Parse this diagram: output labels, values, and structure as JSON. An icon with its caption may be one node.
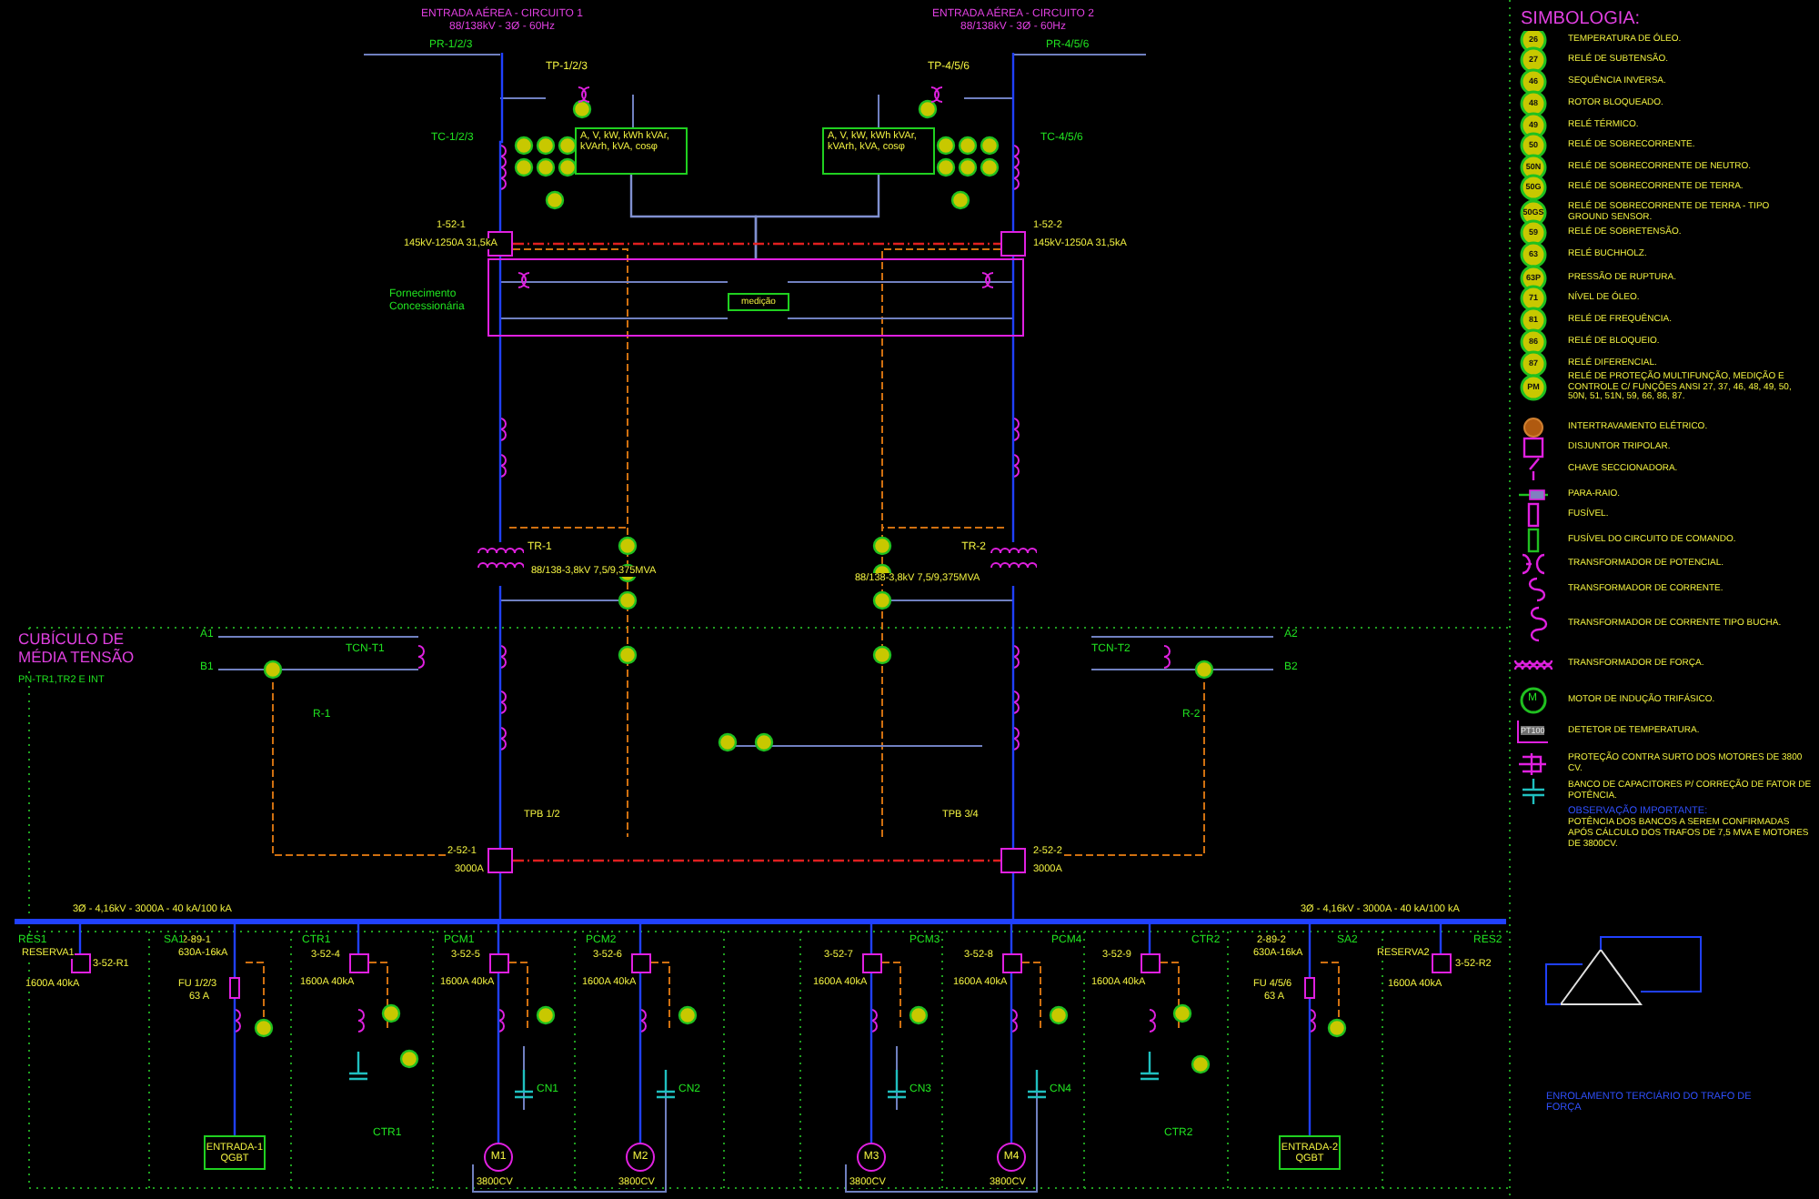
{
  "diagram": {
    "nodes": [
      {
        "text": [
          "ENTRADA AÉREA - CIRCUITO 1",
          "88/138kV - 3Ø - 60Hz"
        ]
      },
      {
        "text": [
          "ENTRADA AÉREA - CIRCUITO 2",
          "88/138kV - 3Ø - 60Hz"
        ]
      },
      {
        "text": [],
        "shape": "box",
        "beside": [
          "1-52-1",
          "145kV-1250A 31,5kA"
        ]
      },
      {
        "text": [],
        "shape": "box",
        "beside": [
          "1-52-2",
          "145kV-1250A 31,5kA"
        ]
      },
      {
        "text": [
          "A, V, kW, kWh kVAr, kVArh, kVA, cosφ"
        ]
      },
      {
        "text": [
          "A, V, kW, kWh kVAr, kVArh, kVA, cosφ"
        ]
      },
      {
        "text": [],
        "shape": "box",
        "beside": [
          "Fornecimento Concessionária"
        ]
      },
      {
        "text": [
          "medição"
        ],
        "in": 6
      },
      {
        "text": [
          "TR-1"
        ],
        "beside": [
          "88/138-3,8kV 7,5/9,375MVA"
        ]
      },
      {
        "text": [
          "TR-2"
        ],
        "beside": [
          "88/138-3,8kV 7,5/9,375MVA"
        ]
      },
      {
        "text": [],
        "shape": "box",
        "beside": [
          "2-52-1",
          "3000A"
        ]
      },
      {
        "text": [],
        "shape": "box",
        "beside": [
          "2-52-2",
          "3000A"
        ]
      },
      {
        "text": [],
        "shape": "bar",
        "beside": [
          "3Ø - 4,16kV - 3000A - 40 kA/100 kA",
          "3Ø - 4,16kV - 3000A - 40 kA/100 kA"
        ]
      },
      {
        "text": [],
        "shape": "box",
        "beside": [
          "RESERVA1",
          "3-52-R1",
          "1600A 40kA"
        ]
      },
      {
        "text": [],
        "shape": "box",
        "beside": [
          "2-89-1",
          "630A-16kA",
          "FU 1/2/3",
          "63 A"
        ]
      },
      {
        "text": [],
        "shape": "box",
        "beside": [
          "3-52-4",
          "1600A 40kA"
        ]
      },
      {
        "text": [],
        "shape": "box",
        "beside": [
          "3-52-5",
          "1600A 40kA"
        ]
      },
      {
        "text": [],
        "shape": "box",
        "beside": [
          "3-52-6",
          "1600A 40kA"
        ]
      },
      {
        "text": [],
        "shape": "box",
        "beside": [
          "3-52-7",
          "1600A 40kA"
        ]
      },
      {
        "text": [],
        "shape": "box",
        "beside": [
          "3-52-8",
          "1600A 40kA"
        ]
      },
      {
        "text": [],
        "shape": "box",
        "beside": [
          "3-52-9",
          "1600A 40kA"
        ]
      },
      {
        "text": [],
        "shape": "box",
        "beside": [
          "2-89-2",
          "630A-16kA",
          "FU 4/5/6",
          "63 A"
        ]
      },
      {
        "text": [],
        "shape": "box",
        "beside": [
          "RESERVA2",
          "3-52-R2",
          "1600A 40kA"
        ]
      },
      {
        "text": [
          "M1"
        ],
        "beside": [
          "3800CV"
        ]
      },
      {
        "text": [
          "M2"
        ],
        "beside": [
          "3800CV"
        ]
      },
      {
        "text": [
          "M3"
        ],
        "beside": [
          "3800CV"
        ]
      },
      {
        "text": [
          "M4"
        ],
        "beside": [
          "3800CV"
        ]
      },
      {
        "text": [
          "ENTRADA-1",
          "QGBT"
        ]
      },
      {
        "text": [
          "ENTRADA-2",
          "QGBT"
        ]
      }
    ],
    "edges": [
      {
        "from": 0,
        "to": 2,
        "arrow": "none"
      },
      {
        "from": 1,
        "to": 3,
        "arrow": "none"
      },
      {
        "from": 2,
        "to": 8,
        "arrow": "none"
      },
      {
        "from": 3,
        "to": 9,
        "arrow": "none"
      },
      {
        "from": 8,
        "to": 10,
        "arrow": "none"
      },
      {
        "from": 9,
        "to": 11,
        "arrow": "none"
      },
      {
        "from": 10,
        "to": 12,
        "arrow": "none"
      },
      {
        "from": 11,
        "to": 12,
        "arrow": "none"
      },
      {
        "from": 12,
        "to": 13,
        "arrow": "none"
      },
      {
        "from": 12,
        "to": 14,
        "arrow": "none"
      },
      {
        "from": 12,
        "to": 15,
        "arrow": "none"
      },
      {
        "from": 12,
        "to": 16,
        "arrow": "none"
      },
      {
        "from": 12,
        "to": 17,
        "arrow": "none"
      },
      {
        "from": 12,
        "to": 18,
        "arrow": "none"
      },
      {
        "from": 12,
        "to": 19,
        "arrow": "none"
      },
      {
        "from": 12,
        "to": 20,
        "arrow": "none"
      },
      {
        "from": 12,
        "to": 21,
        "arrow": "none"
      },
      {
        "from": 12,
        "to": 22,
        "arrow": "none"
      },
      {
        "from": 16,
        "to": 23,
        "arrow": "none"
      },
      {
        "from": 17,
        "to": 24,
        "arrow": "none"
      },
      {
        "from": 18,
        "to": 25,
        "arrow": "none"
      },
      {
        "from": 19,
        "to": 26,
        "arrow": "none"
      },
      {
        "from": 14,
        "to": 27,
        "arrow": "none"
      },
      {
        "from": 21,
        "to": 28,
        "arrow": "none"
      },
      {
        "from": 4,
        "to": 6,
        "arrow": "none",
        "color": "#8090d0"
      },
      {
        "from": 5,
        "to": 6,
        "arrow": "none",
        "color": "#8090d0"
      },
      {
        "from": 2,
        "to": 3,
        "arrow": "none",
        "style": "dashed",
        "color": "#e02020"
      },
      {
        "from": 10,
        "to": 11,
        "arrow": "none",
        "style": "dashed",
        "color": "#e02020"
      }
    ],
    "labels": [
      "SIMBOLOGIA:",
      "26",
      "27",
      "46",
      "48",
      "49",
      "50",
      "50N",
      "50G",
      "50GS",
      "59",
      "63",
      "63P",
      "71",
      "81",
      "86",
      "87",
      "PM",
      "M",
      "PT100",
      "OBSERVAÇÃO IMPORTANTE:",
      "POTÊNCIA DOS BANCOS A SEREM CONFIRMADAS APÓS CÁLCULO DOS TRAFOS DE 7,5 MVA E MOTORES DE 3800CV.",
      "CUBÍCULO DE MÉDIA TENSÃO",
      "PN-TR1,TR2 E INT",
      "RES1",
      "SA1",
      "CTR1",
      "PCM1",
      "PCM2",
      "PCM3",
      "PCM4",
      "CTR2",
      "SA2",
      "RES2",
      "PR-1/2/3",
      "TP-1/2/3",
      "TC-1/2/3",
      "PR-4/5/6",
      "TP-4/5/6",
      "TC-4/5/6",
      "TCN-T1",
      "TCN-T2",
      "R-1",
      "R-2",
      "A1",
      "B1",
      "A2",
      "B2",
      "CN1",
      "CN2",
      "CN3",
      "CN4",
      "CTR1",
      "CTR2",
      "ENROLAMENTO TERCIÁRIO DO TRAFO DE FORÇA",
      "TPB 1/2",
      "TPB 3/4"
    ],
    "legend": [
      {
        "text": "TEMPERATURA DE ÓLEO."
      },
      {
        "text": "RELÉ DE SUBTENSÃO."
      },
      {
        "text": "SEQUÊNCIA INVERSA."
      },
      {
        "text": "ROTOR BLOQUEADO."
      },
      {
        "text": "RELÉ TÉRMICO."
      },
      {
        "text": "RELÉ DE SOBRECORRENTE."
      },
      {
        "text": "RELÉ DE SOBRECORRENTE DE NEUTRO."
      },
      {
        "text": "RELÉ DE SOBRECORRENTE DE TERRA."
      },
      {
        "text": "RELÉ DE SOBRECORRENTE DE TERRA - TIPO GROUND SENSOR."
      },
      {
        "text": "RELÉ DE SOBRETENSÃO."
      },
      {
        "text": "RELÉ BUCHHOLZ."
      },
      {
        "text": "PRESSÃO DE RUPTURA."
      },
      {
        "text": "NÍVEL DE ÓLEO."
      },
      {
        "text": "RELÉ DE FREQUÊNCIA."
      },
      {
        "text": "RELÉ DE BLOQUEIO."
      },
      {
        "text": "RELÉ DIFERENCIAL."
      },
      {
        "text": "RELÉ DE PROTEÇÃO MULTIFUNÇÃO, MEDIÇÃO E CONTROLE C/ FUNÇÕES ANSI 27, 37, 46, 48, 49, 50, 50N, 51, 51N, 59, 66, 86, 87."
      },
      {
        "text": "INTERTRAVAMENTO ELÉTRICO."
      },
      {
        "text": "DISJUNTOR TRIPOLAR."
      },
      {
        "text": "CHAVE SECCIONADORA."
      },
      {
        "text": "PARA-RAIO."
      },
      {
        "text": "FUSÍVEL."
      },
      {
        "text": "FUSÍVEL DO CIRCUITO DE COMANDO."
      },
      {
        "text": "TRANSFORMADOR DE POTENCIAL."
      },
      {
        "text": "TRANSFORMADOR DE CORRENTE."
      },
      {
        "text": "TRANSFORMADOR DE CORRENTE TIPO BUCHA."
      },
      {
        "text": "TRANSFORMADOR DE FORÇA."
      },
      {
        "text": "MOTOR DE INDUÇÃO TRIFÁSICO."
      },
      {
        "text": "DETETOR DE TEMPERATURA."
      },
      {
        "text": "PROTEÇÃO CONTRA SURTO DOS MOTORES DE 3800 CV."
      },
      {
        "text": "BANCO DE CAPACITORES P/ CORREÇÃO DE FATOR DE POTÊNCIA."
      }
    ]
  }
}
